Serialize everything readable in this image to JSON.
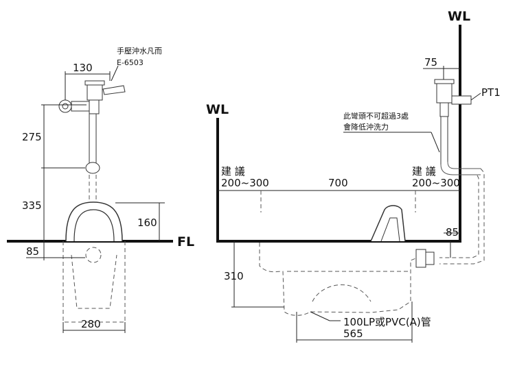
{
  "labels": {
    "flush_valve_name": "手壓沖水凡而",
    "flush_valve_model": "E-6503",
    "wl_right": "WL",
    "wl_center": "WL",
    "fl": "FL",
    "pt1": "PT1",
    "bend_note_line1": "此彎頭不可超過3處",
    "bend_note_line2": "會降低沖洗力",
    "suggest_left": "建 議",
    "suggest_right": "建 議",
    "range_left": "200~300",
    "range_right": "200~300",
    "pipe_note": "100LP或PVC(A)管"
  },
  "dimensions": {
    "d130": "130",
    "d275": "275",
    "d335": "335",
    "d160": "160",
    "d85_left": "85",
    "d280": "280",
    "d75": "75",
    "d700": "700",
    "d85_right": "85",
    "d310": "310",
    "d565": "565"
  }
}
